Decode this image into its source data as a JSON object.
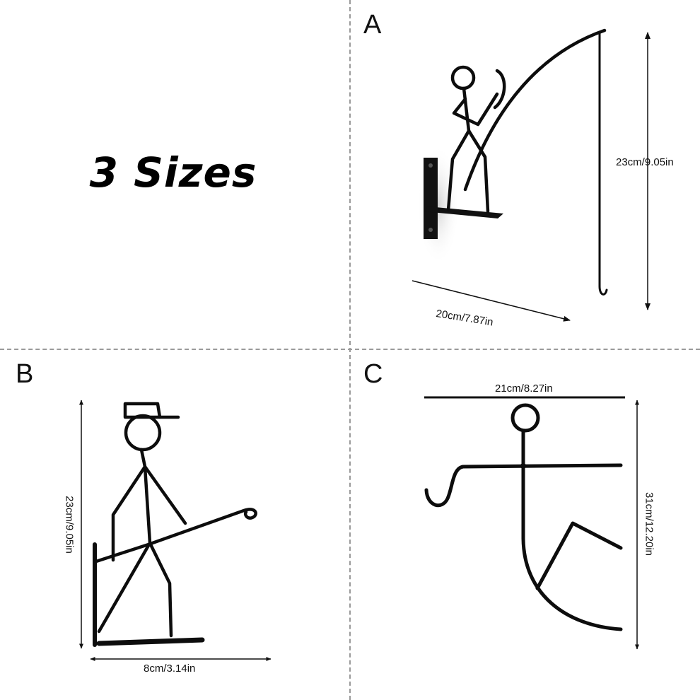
{
  "title": "3 Sizes",
  "panels": {
    "a": {
      "letter": "A",
      "height_label": "23cm/9.05in",
      "width_label": "20cm/7.87in"
    },
    "b": {
      "letter": "B",
      "height_label": "23cm/9.05in",
      "width_label": "8cm/3.14in"
    },
    "c": {
      "letter": "C",
      "height_label": "31cm/12.20in",
      "width_label": "21cm/8.27in"
    }
  },
  "colors": {
    "metal": "#0d0d0d",
    "divider": "#9a9a9a",
    "dimension": "#111111"
  }
}
